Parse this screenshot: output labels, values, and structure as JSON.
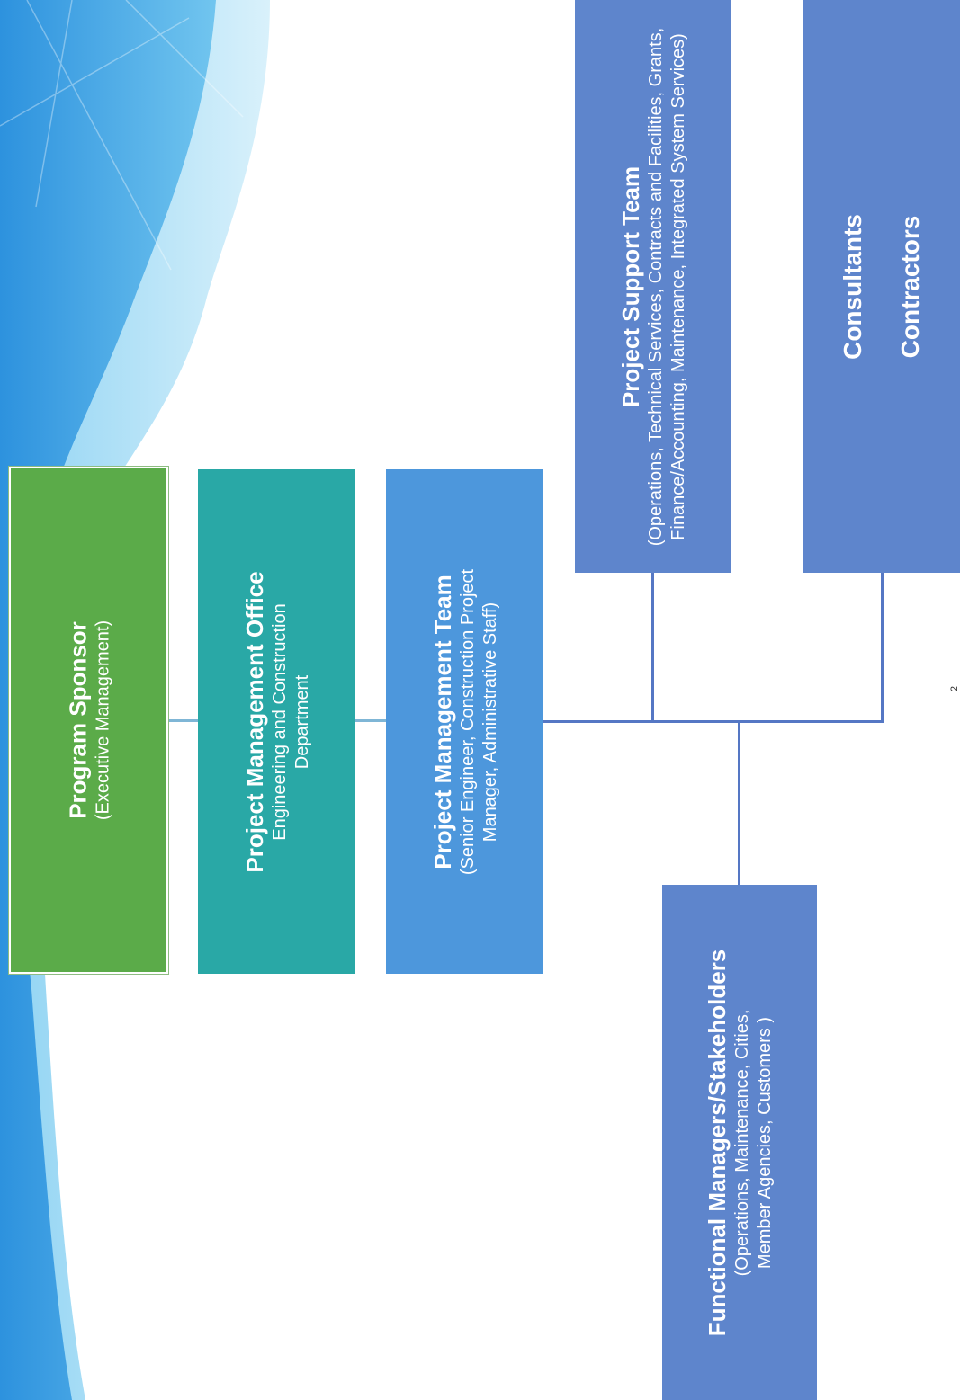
{
  "boxes": {
    "program_sponsor": {
      "title": "Program Sponsor",
      "subtitle": "(Executive Management)"
    },
    "pmo": {
      "title": "Project Management Office",
      "subtitle": "Engineering and Construction Department"
    },
    "pm_team": {
      "title": "Project Management Team",
      "subtitle": "(Senior Engineer, Construction Project Manager, Administrative Staff)"
    },
    "support_team": {
      "title": "Project Support Team",
      "subtitle": "(Operations, Technical Services, Contracts and Facilities, Grants, Finance/Accounting, Maintenance, Integrated System Services)"
    },
    "consultants": {
      "line1": "Consultants",
      "line2": "Contractors"
    },
    "functional": {
      "title": "Functional Managers/Stakeholders",
      "subtitle": "(Operations, Maintenance, Cities, Member Agencies, Customers )"
    }
  },
  "colors": {
    "sponsor": "#5bab49",
    "pmo": "#29a8a6",
    "pm_team": "#4d97dc",
    "support": "#5e85cc",
    "connector": "#5577c4"
  },
  "page_number": "2"
}
